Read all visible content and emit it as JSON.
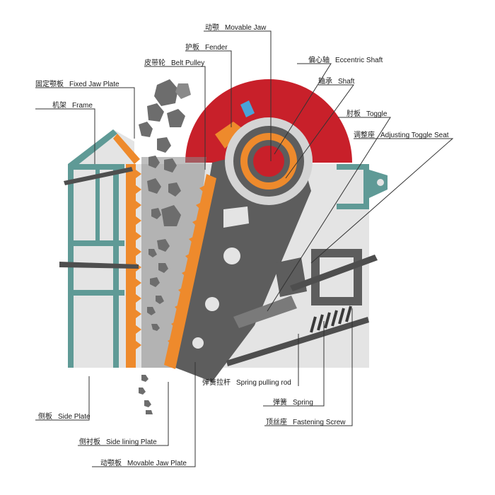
{
  "colors": {
    "frame": "#5f9a96",
    "body_panel": "#e4e4e4",
    "wear_plate": "#ee8a2c",
    "steel_dark": "#5d5d5d",
    "steel_mid": "#7a7a7a",
    "flywheel": "#c8202a",
    "rock": "#6d6d6d",
    "leader_line": "#333333"
  },
  "labels": {
    "movable_jaw": {
      "zh": "动颚",
      "en": "Movable Jaw"
    },
    "fender": {
      "zh": "护板",
      "en": "Fender"
    },
    "belt_pulley": {
      "zh": "皮带轮",
      "en": "Belt Pulley"
    },
    "eccentric_shaft": {
      "zh": "偏心轴",
      "en": "Eccentric Shaft"
    },
    "fixed_jaw_plate": {
      "zh": "固定颚板",
      "en": "Fixed Jaw Plate"
    },
    "shaft": {
      "zh": "轴承",
      "en": "Shaft"
    },
    "frame": {
      "zh": "机架",
      "en": "Frame"
    },
    "toggle": {
      "zh": "肘板",
      "en": "Toggle"
    },
    "adjusting_toggle_seat": {
      "zh": "调整座",
      "en": "Adjusting Toggle Seat"
    },
    "spring_pulling_rod": {
      "zh": "弹簧拉杆",
      "en": "Spring pulling rod"
    },
    "spring": {
      "zh": "弹簧",
      "en": "Spring"
    },
    "side_plate": {
      "zh": "侧板",
      "en": "Side Plate"
    },
    "fastening_screw": {
      "zh": "顶丝座",
      "en": "Fastening Screw"
    },
    "side_lining_plate": {
      "zh": "侧衬板",
      "en": "Side lining Plate"
    },
    "movable_jaw_plate": {
      "zh": "动颚板",
      "en": "Movable Jaw Plate"
    }
  }
}
